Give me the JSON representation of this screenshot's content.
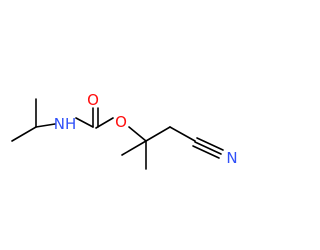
{
  "structure": {
    "atoms": [
      {
        "id": "O_carbonyl",
        "label": "O",
        "color": "#ff0d0d"
      },
      {
        "id": "N_amide",
        "label": "NH",
        "color": "#3050f8"
      },
      {
        "id": "O_ester",
        "label": "O",
        "color": "#ff0d0d"
      },
      {
        "id": "N_nitrile",
        "label": "N",
        "color": "#3050f8"
      }
    ],
    "bond_color": "#000000"
  }
}
